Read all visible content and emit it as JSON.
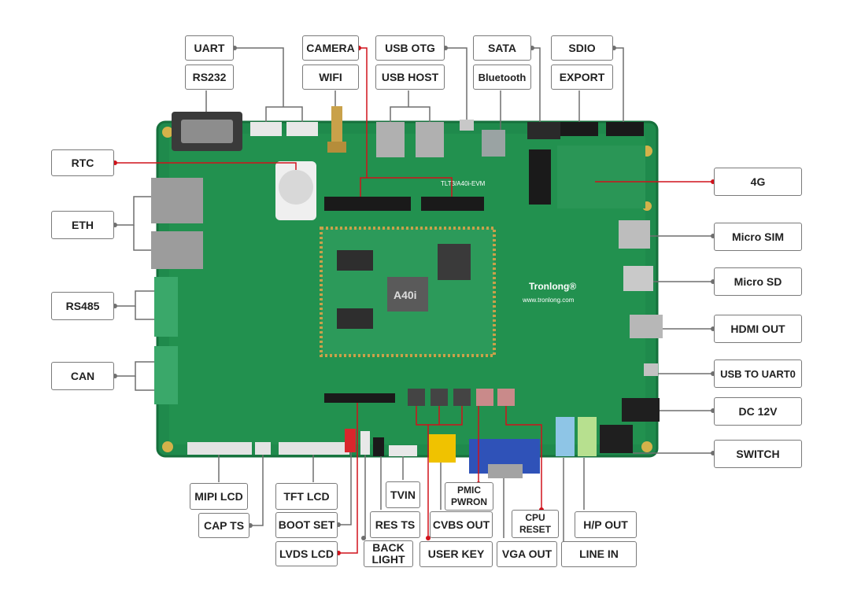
{
  "labels": {
    "uart": "UART",
    "rs232": "RS232",
    "camera": "CAMERA",
    "wifi": "WIFI",
    "usb_otg": "USB OTG",
    "usb_host": "USB HOST",
    "sata": "SATA",
    "bluetooth": "Bluetooth",
    "sdio": "SDIO",
    "export": "EXPORT",
    "rtc": "RTC",
    "eth": "ETH",
    "rs485": "RS485",
    "can": "CAN",
    "g4": "4G",
    "micro_sim": "Micro SIM",
    "micro_sd": "Micro SD",
    "hdmi_out": "HDMI OUT",
    "usb_to_uart0": "USB TO UART0",
    "dc_12v": "DC 12V",
    "switch": "SWITCH",
    "mipi_lcd": "MIPI LCD",
    "cap_ts": "CAP TS",
    "tft_lcd": "TFT LCD",
    "boot_set": "BOOT SET",
    "lvds_lcd": "LVDS LCD",
    "tvin": "TVIN",
    "res_ts": "RES TS",
    "back_light": "BACK\nLIGHT",
    "pmic_pwron": "PMIC\nPWRON",
    "cvbs_out": "CVBS OUT",
    "user_key": "USER KEY",
    "cpu_reset": "CPU\nRESET",
    "vga_out": "VGA OUT",
    "hp_out": "H/P OUT",
    "line_in": "LINE IN"
  },
  "board": {
    "brand": "Tronlong®",
    "website": "www.tronlong.com",
    "chip": "A40i",
    "model": "TLT3/A40i-EVM"
  },
  "colors": {
    "board_green": "#1f8a4c",
    "board_edge": "#16703c",
    "leader_gray": "#6f6f6f",
    "leader_red": "#d0121b",
    "label_border": "#7a7a7a"
  }
}
